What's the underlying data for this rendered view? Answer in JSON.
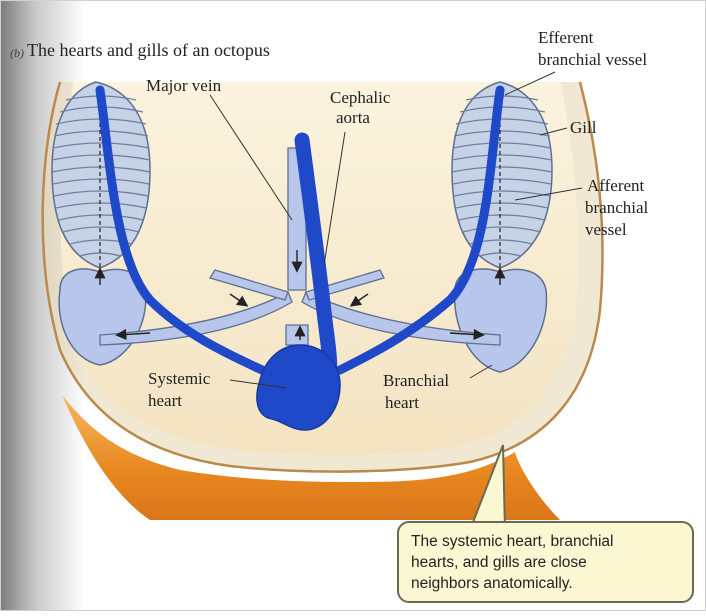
{
  "figure": {
    "panel_letter": "(b)",
    "title": "The hearts and gills of an octopus"
  },
  "labels": {
    "major_vein": "Major vein",
    "cephalic_aorta": [
      "Cephalic",
      "aorta"
    ],
    "efferent_branchial_vessel": [
      "Efferent",
      "branchial vessel"
    ],
    "gill": "Gill",
    "afferent_branchial_vessel": [
      "Afferent",
      "branchial",
      "vessel"
    ],
    "systemic_heart": [
      "Systemic",
      "heart"
    ],
    "branchial_heart": [
      "Branchial",
      "heart"
    ]
  },
  "callout": {
    "lines": [
      "The systemic heart, branchial",
      "hearts, and gills are close",
      "neighbors anatomically."
    ]
  },
  "colors": {
    "oxygenated_blood": "#1f49c8",
    "deoxygenated_blood": "#b7c6ea",
    "mantle_cavity": "#f7ecd2",
    "mantle_wall": "#e8881f",
    "callout_fill": "#fbf7d3"
  }
}
